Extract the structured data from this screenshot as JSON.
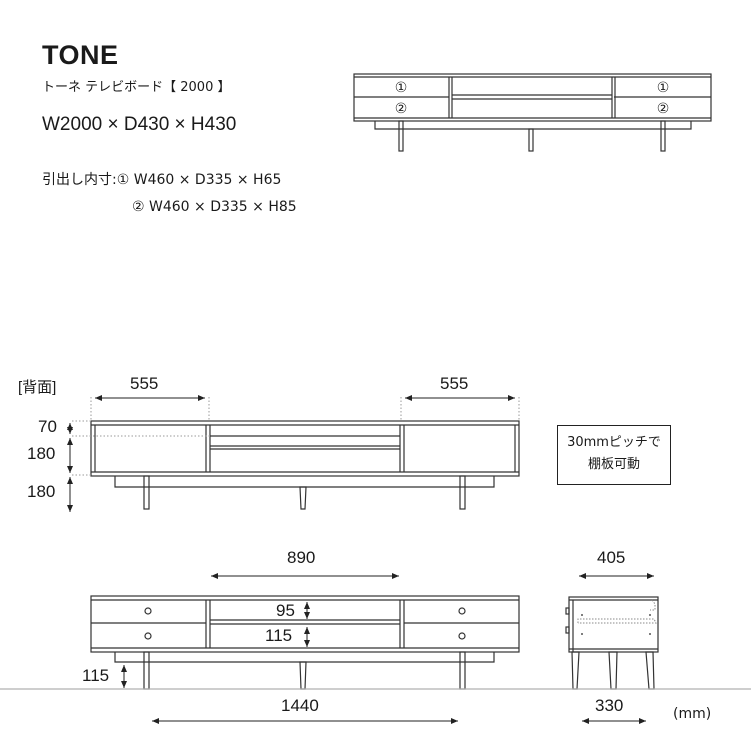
{
  "header": {
    "title": "TONE",
    "subtitle": "トーネ テレビボード【 2000 】",
    "dimensions": "W2000 × D430 × H430",
    "drawer_inner_label": "引出し内寸:",
    "drawer_inner_1": "① W460 × D335 × H65",
    "drawer_inner_2": "② W460 × D335 × H85"
  },
  "front_thumbnail": {
    "drawer_labels": [
      "①",
      "②",
      "①",
      "②"
    ]
  },
  "back_view": {
    "label": "[背面]",
    "left_width": "555",
    "right_width": "555",
    "heights": [
      "70",
      "180",
      "180"
    ]
  },
  "note": {
    "line1": "30mmピッチで",
    "line2": "棚板可動"
  },
  "front_view": {
    "center_width": "890",
    "upper_shelf_height": "95",
    "lower_shelf_height": "115",
    "leg_height": "115",
    "leg_span": "1440"
  },
  "side_view": {
    "depth": "405",
    "leg_depth": "330"
  },
  "units": "(mm)",
  "colors": {
    "line": "#222222",
    "dotted": "#9a9a9a",
    "floor": "#b0b0b0"
  }
}
